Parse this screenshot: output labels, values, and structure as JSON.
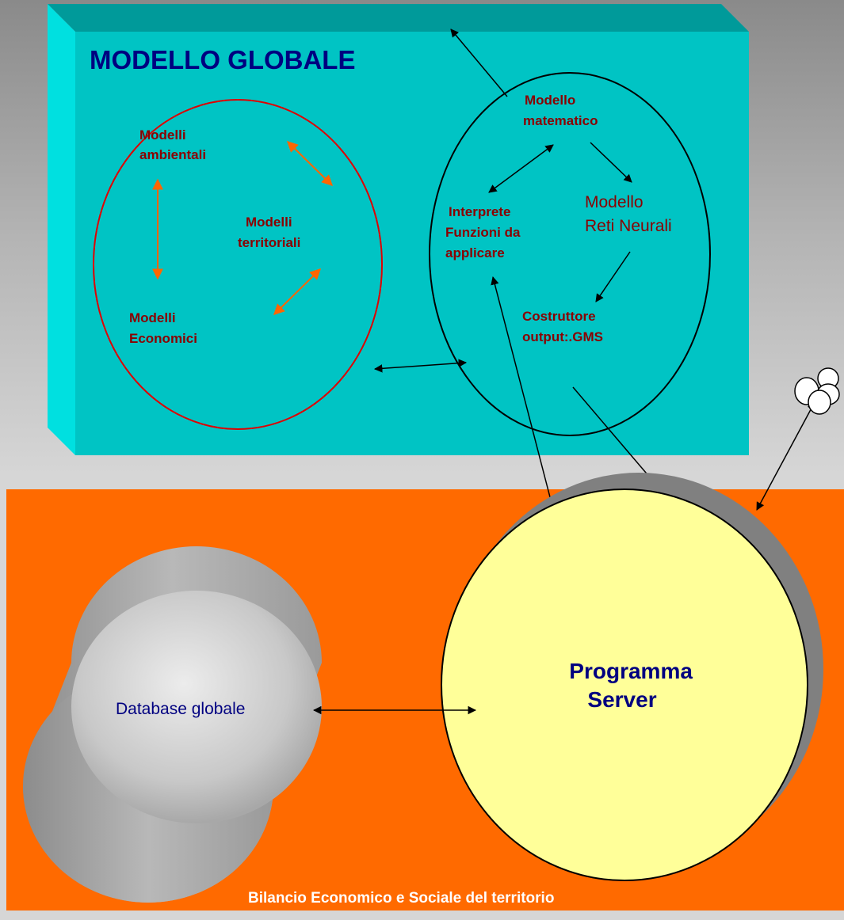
{
  "colors": {
    "teal_box": "#00c4c4",
    "teal_side": "#00e0e0",
    "teal_top": "#009a9a",
    "orange_panel": "#ff6a00",
    "red_ellipse": "#e00000",
    "dark_red_text": "#8b0000",
    "navy_text": "#000080",
    "server_fill": "#ffff99",
    "orange_arrow": "#ff6600",
    "db_fill": "#d0d0d0"
  },
  "title": "MODELLO GLOBALE",
  "left_group": {
    "ambientali": [
      "Modelli",
      "ambientali"
    ],
    "territoriali": [
      "Modelli",
      "territoriali"
    ],
    "economici": [
      "Modelli",
      "Economici"
    ]
  },
  "right_group": {
    "matematico": [
      "Modello",
      "matematico"
    ],
    "interprete": [
      "Interprete",
      "Funzioni da",
      "applicare"
    ],
    "reti_neurali": [
      "Modello",
      "Reti Neurali"
    ],
    "costruttore": [
      "Costruttore",
      "output:.GMS"
    ]
  },
  "server": [
    "Programma",
    "Server"
  ],
  "database": "Database globale",
  "footer": "Bilancio Economico e Sociale del territorio",
  "icons": {
    "cloud": "cloud-icon"
  }
}
